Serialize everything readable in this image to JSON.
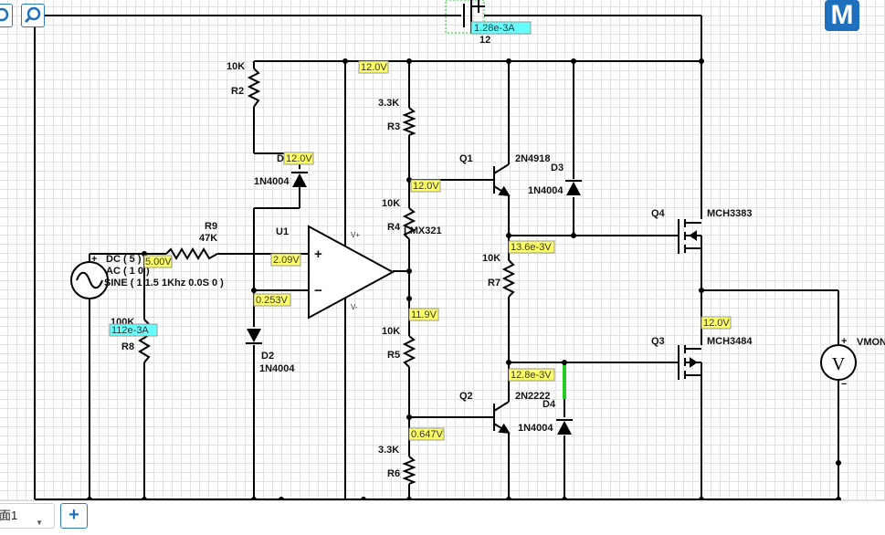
{
  "toolbar": {
    "zoom_in_icon": "zoom-in-icon",
    "zoom_out_icon": "zoom-out-icon"
  },
  "logo": {
    "text": "M",
    "color": "#1f6fbf"
  },
  "tabs": {
    "current": "面1",
    "add": "+"
  },
  "colors": {
    "wire": "#000000",
    "voltage_label_bg": "#ffff66",
    "current_label_bg": "#66ffff",
    "highlight_wire": "#22cc22"
  },
  "components": {
    "battery": {
      "value": "12",
      "current": "1.28e-3A"
    },
    "r2": {
      "name": "R2",
      "value": "10K"
    },
    "r3": {
      "name": "R3",
      "value": "3.3K"
    },
    "r4": {
      "name": "R4",
      "value": "10K"
    },
    "r5": {
      "name": "R5",
      "value": "10K"
    },
    "r6": {
      "name": "R6",
      "value": "3.3K"
    },
    "r7": {
      "name": "R7",
      "value": "10K"
    },
    "r8": {
      "name": "R8",
      "value": "100K",
      "current": "112e-3A"
    },
    "r9": {
      "name": "R9",
      "value": "47K"
    },
    "d1": {
      "name": "D1",
      "model": "1N4004"
    },
    "d2": {
      "name": "D2",
      "model": "1N4004"
    },
    "d3": {
      "name": "D3",
      "model": "1N4004"
    },
    "d4": {
      "name": "D4",
      "model": "1N4004"
    },
    "u1": {
      "name": "U1",
      "model": "LMX321",
      "vplus": "V+",
      "vminus": "V-",
      "plus": "+",
      "minus": "−"
    },
    "q1": {
      "name": "Q1",
      "model": "2N4918"
    },
    "q2": {
      "name": "Q2",
      "model": "2N2222"
    },
    "q3": {
      "name": "Q3",
      "model": "MCH3484"
    },
    "q4": {
      "name": "Q4",
      "model": "MCH3383"
    },
    "source": {
      "dc": "DC ( 5 )",
      "ac": "AC ( 1 0 )",
      "sine": "SINE ( 1 1.5 1Khz 0.0S 0 )",
      "plus": "+"
    },
    "vmon": {
      "name": "VMON",
      "symbol": "V",
      "plus": "+",
      "minus": "−"
    }
  },
  "voltages": {
    "top_rail": "12.0V",
    "d1": "12.0V",
    "q1_base": "12.0V",
    "input": "5.00V",
    "opamp_plus": "2.09V",
    "opamp_minus": "0.253V",
    "q4_gate": "13.6e-3V",
    "r5_top": "11.9V",
    "output": "12.0V",
    "q3_gate": "12.8e-3V",
    "q2_base": "0.647V"
  }
}
